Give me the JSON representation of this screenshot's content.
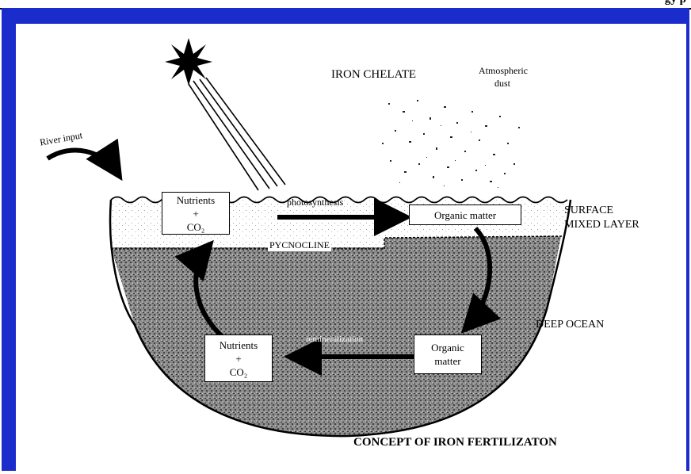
{
  "header": {
    "fragment": "gy   p"
  },
  "labels": {
    "iron_chelate": "IRON CHELATE",
    "atmospheric_dust_1": "Atmospheric",
    "atmospheric_dust_2": "dust",
    "river_input": "River input",
    "photosynthesis": "photosynthesis",
    "pycnocline": "PYCNOCLINE",
    "surface_mixed_layer_1": "SURFACE",
    "surface_mixed_layer_2": "MIXED LAYER",
    "deep_ocean": "DEEP OCEAN",
    "remineralization": "remineralization",
    "caption": "CONCEPT OF IRON FERTILIZATON"
  },
  "boxes": {
    "nutrients_top": {
      "line1": "Nutrients",
      "line2": "+",
      "line3": "CO₂"
    },
    "organic_top": {
      "text": "Organic matter"
    },
    "nutrients_bottom": {
      "line1": "Nutrients",
      "line2": "+",
      "line3": "CO₂"
    },
    "organic_bottom": {
      "line1": "Organic",
      "line2": "matter"
    }
  },
  "colors": {
    "frame": "#1a2ccc",
    "deep_water": "#7a7a7a"
  }
}
